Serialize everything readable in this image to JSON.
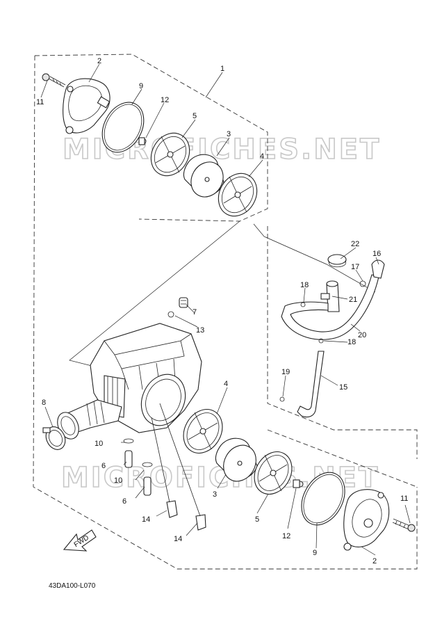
{
  "watermark": "MICROFICHES.NET",
  "drawing_code": "43DA100-L070",
  "fwd_label": "FWD",
  "callouts": [
    "1",
    "2",
    "3",
    "4",
    "5",
    "6",
    "7",
    "8",
    "9",
    "10",
    "11",
    "12",
    "13",
    "14",
    "15",
    "16",
    "17",
    "18",
    "19",
    "20",
    "21",
    "22"
  ]
}
